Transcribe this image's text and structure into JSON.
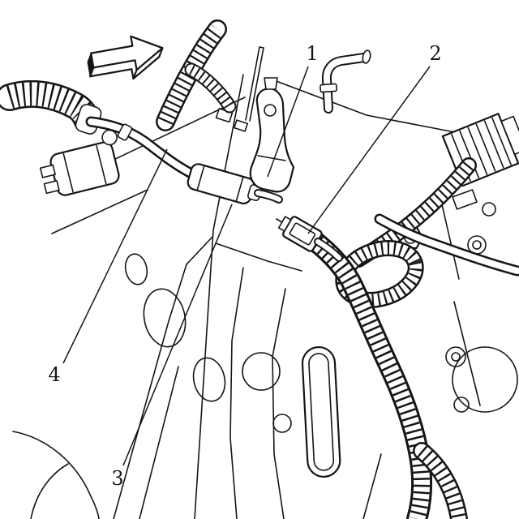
{
  "figure": {
    "background_color": "#ffffff",
    "line_color": "#151515"
  },
  "callouts": [
    {
      "label": "1"
    },
    {
      "label": "2"
    },
    {
      "label": "3"
    },
    {
      "label": "4"
    }
  ]
}
